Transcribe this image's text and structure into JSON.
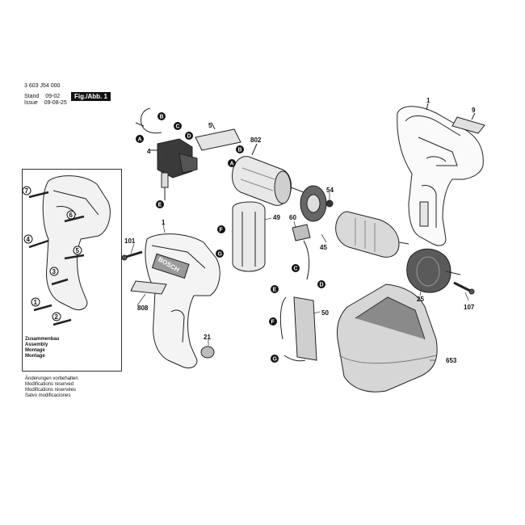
{
  "header": {
    "doc_number": "3 603 J54 000",
    "stand_label": "Stand",
    "stand_value": "09-02",
    "issue_label": "Issue",
    "issue_value": "09-08-25",
    "figure_tag": "Fig./Abb. 1"
  },
  "assembly": [
    "Zusammenbau",
    "Assembly",
    "Montage",
    "Montage"
  ],
  "modifications": [
    "Änderungen vorbehalten",
    "Modifications reserved",
    "Modifications réservées",
    "Salvo modificaciones"
  ],
  "part_numbers": {
    "housing_right": "1",
    "housing_left": "1",
    "label_9": "9",
    "switch": "4",
    "label_5": "5",
    "motor": "802",
    "gear_54": "54",
    "connector_60": "60",
    "battery": "49",
    "part_45": "45",
    "chuck": "25",
    "screw_101": "101",
    "screw_107": "107",
    "label_808": "808",
    "cap_21": "21",
    "board_50": "50",
    "charger_653": "653"
  },
  "connectors": {
    "a": "A",
    "b": "B",
    "c": "C",
    "d": "D",
    "e": "E",
    "f": "F",
    "g": "G"
  },
  "steps": [
    "1",
    "2",
    "3",
    "4",
    "5",
    "6",
    "7"
  ]
}
